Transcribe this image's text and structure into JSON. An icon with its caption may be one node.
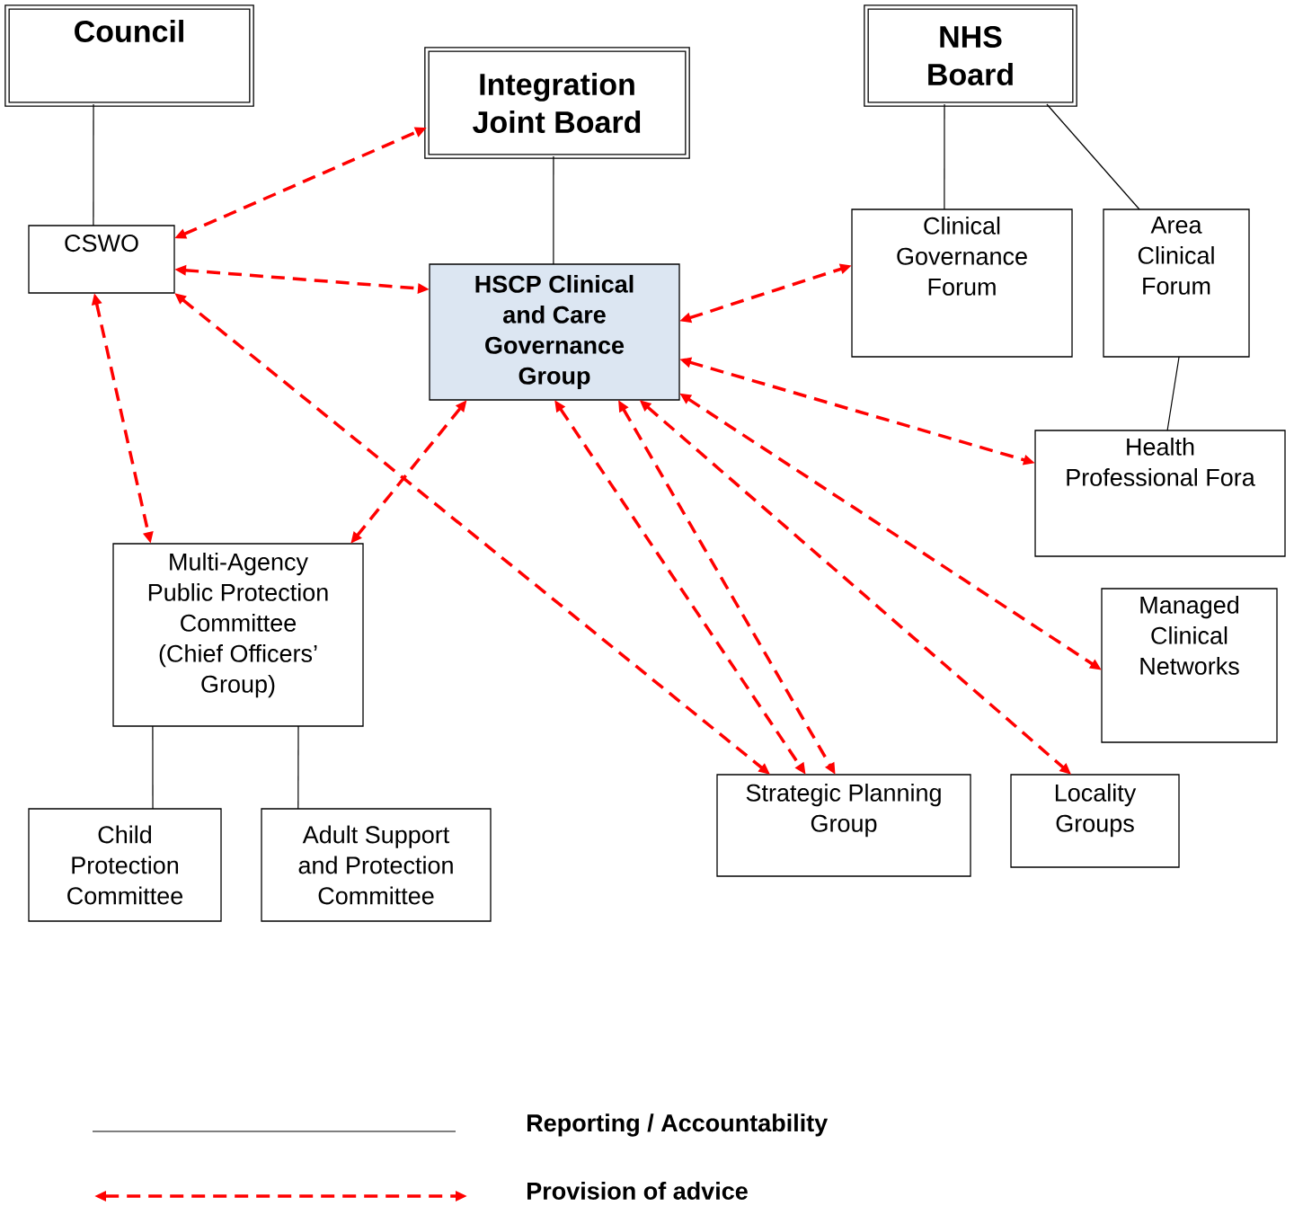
{
  "diagram": {
    "nodes": [
      {
        "text": [
          "Council"
        ]
      },
      {
        "text": [
          "Integration Joint Board"
        ]
      },
      {
        "text": [
          "NHS Board"
        ]
      },
      {
        "text": [
          "CSWO"
        ]
      },
      {
        "text": [
          "HSCP Clinical and Care Governance Group"
        ]
      },
      {
        "text": [
          "Clinical Governance Forum"
        ]
      },
      {
        "text": [
          "Area Clinical Forum"
        ]
      },
      {
        "text": [
          "Health Professional Fora"
        ]
      },
      {
        "text": [
          "Multi-Agency Public Protection Committee (Chief Officers’ Group)"
        ]
      },
      {
        "text": [
          "Managed Clinical Networks"
        ]
      },
      {
        "text": [
          "Child Protection Committee"
        ]
      },
      {
        "text": [
          "Adult Support and Protection Committee"
        ]
      },
      {
        "text": [
          "Strategic Planning Group"
        ]
      },
      {
        "text": [
          "Locality Groups"
        ]
      }
    ],
    "edges": [
      {
        "from": 0,
        "to": 3,
        "arrow": "none",
        "color": "#000000"
      },
      {
        "from": 1,
        "to": 4,
        "arrow": "none",
        "color": "#000000"
      },
      {
        "from": 2,
        "to": 5,
        "arrow": "none",
        "color": "#000000"
      },
      {
        "from": 2,
        "to": 6,
        "arrow": "none",
        "color": "#000000"
      },
      {
        "from": 6,
        "to": 7,
        "arrow": "none",
        "color": "#000000"
      },
      {
        "from": 8,
        "to": 10,
        "arrow": "none",
        "color": "#000000"
      },
      {
        "from": 8,
        "to": 11,
        "arrow": "none",
        "color": "#000000"
      },
      {
        "from": 3,
        "to": 1,
        "arrow": "both",
        "style": "dashed",
        "color": "#ff0000"
      },
      {
        "from": 3,
        "to": 4,
        "arrow": "both",
        "style": "dashed",
        "color": "#ff0000"
      },
      {
        "from": 3,
        "to": 8,
        "arrow": "both",
        "style": "dashed",
        "color": "#ff0000"
      },
      {
        "from": 3,
        "to": 12,
        "arrow": "both",
        "style": "dashed",
        "color": "#ff0000"
      },
      {
        "from": 4,
        "to": 8,
        "arrow": "both",
        "style": "dashed",
        "color": "#ff0000"
      },
      {
        "from": 4,
        "to": 5,
        "arrow": "both",
        "style": "dashed",
        "color": "#ff0000"
      },
      {
        "from": 4,
        "to": 7,
        "arrow": "both",
        "style": "dashed",
        "color": "#ff0000"
      },
      {
        "from": 4,
        "to": 9,
        "arrow": "both",
        "style": "dashed",
        "color": "#ff0000"
      },
      {
        "from": 4,
        "to": 13,
        "arrow": "both",
        "style": "dashed",
        "color": "#ff0000"
      },
      {
        "from": 4,
        "to": 12,
        "arrow": "both",
        "style": "dashed",
        "color": "#ff0000"
      },
      {
        "from": 4,
        "to": 12,
        "arrow": "both",
        "style": "dashed",
        "color": "#ff0000"
      }
    ],
    "legend": [
      {
        "text": "Reporting / Accountability"
      },
      {
        "text": "Provision of advice"
      }
    ]
  }
}
